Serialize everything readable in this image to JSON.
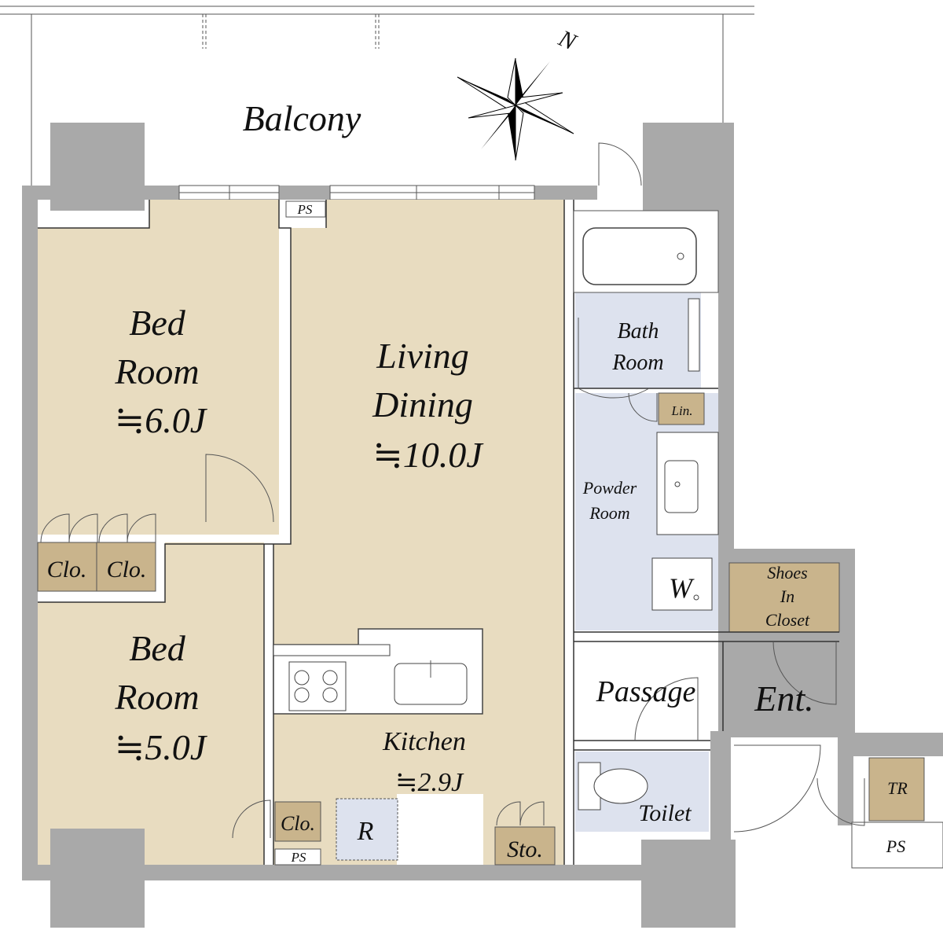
{
  "compass": {
    "north": "N"
  },
  "labels": {
    "balcony": "Balcony",
    "bed1_line1": "Bed",
    "bed1_line2": "Room",
    "bed1_size": "≒6.0J",
    "bed2_line1": "Bed",
    "bed2_line2": "Room",
    "bed2_size": "≒5.0J",
    "living_line1": "Living",
    "living_line2": "Dining",
    "living_size": "≒10.0J",
    "kitchen": "Kitchen",
    "kitchen_size": "≒2.9J",
    "bath_line1": "Bath",
    "bath_line2": "Room",
    "powder_line1": "Powder",
    "powder_line2": "Room",
    "lin": "Lin.",
    "washer": "W",
    "shoes_line1": "Shoes",
    "shoes_line2": "In",
    "shoes_line3": "Closet",
    "passage": "Passage",
    "entrance": "Ent.",
    "toilet": "Toilet",
    "clo1": "Clo.",
    "clo2": "Clo.",
    "clo3": "Clo.",
    "storage": "Sto.",
    "fridge": "R",
    "ps_top": "PS",
    "ps_bottom": "PS",
    "ps_right": "PS",
    "tr": "TR"
  }
}
